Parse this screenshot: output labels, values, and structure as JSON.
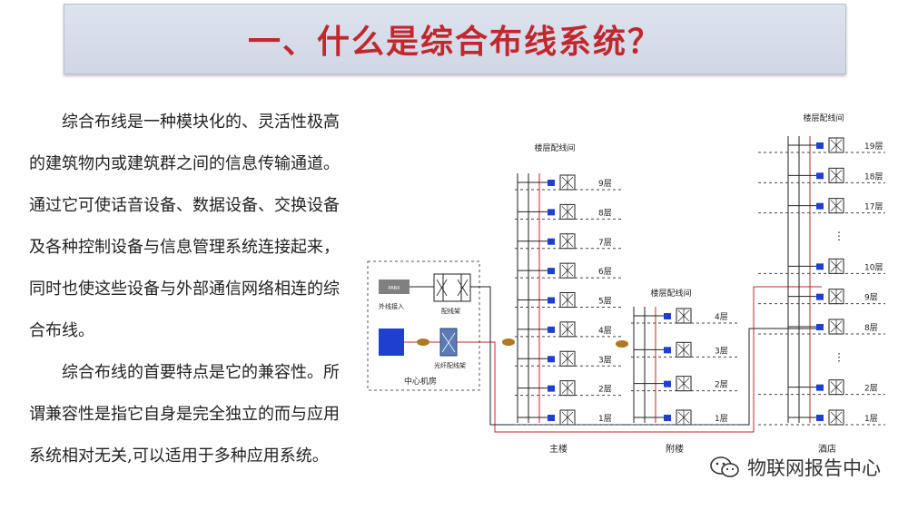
{
  "title": "一、什么是综合布线系统？",
  "paragraphs": [
    "综合布线是一种模块化的、灵活性极高的建筑物内或建筑群之间的信息传输通道。通过它可使话音设备、数据设备、交换设备及各种控制设备与信息管理系统连接起来，同时也使这些设备与外部通信网络相连的综合布线。",
    "综合布线的首要特点是它的兼容性。所谓兼容性是指它自身是完全独立的而与应用系统相对无关,可以适用于多种应用系统。"
  ],
  "diagram": {
    "center_room": {
      "label": "中心机房",
      "pabx": "PABX",
      "outside_line": "外线接入",
      "patch_frame": "配线架",
      "fiber_frame": "光纤配线架"
    },
    "buildings": [
      {
        "name": "主楼",
        "closet_label": "楼层配线间",
        "floors": [
          "9层",
          "8层",
          "7层",
          "6层",
          "5层",
          "4层",
          "3层",
          "2层",
          "1层"
        ]
      },
      {
        "name": "附楼",
        "closet_label": "楼层配线间",
        "floors": [
          "4层",
          "3层",
          "2层",
          "1层"
        ]
      },
      {
        "name": "酒店",
        "closet_label": "楼层配线间",
        "floors": [
          "19层",
          "18层",
          "17层",
          "⋮",
          "10层",
          "9层",
          "8层",
          "⋮",
          "2层",
          "1层"
        ]
      }
    ],
    "colors": {
      "fiber": "#c0282e",
      "copper": "#222222",
      "device": "#1f3fd0",
      "pabx": "#808080"
    }
  },
  "watermark": "物联网报告中心"
}
